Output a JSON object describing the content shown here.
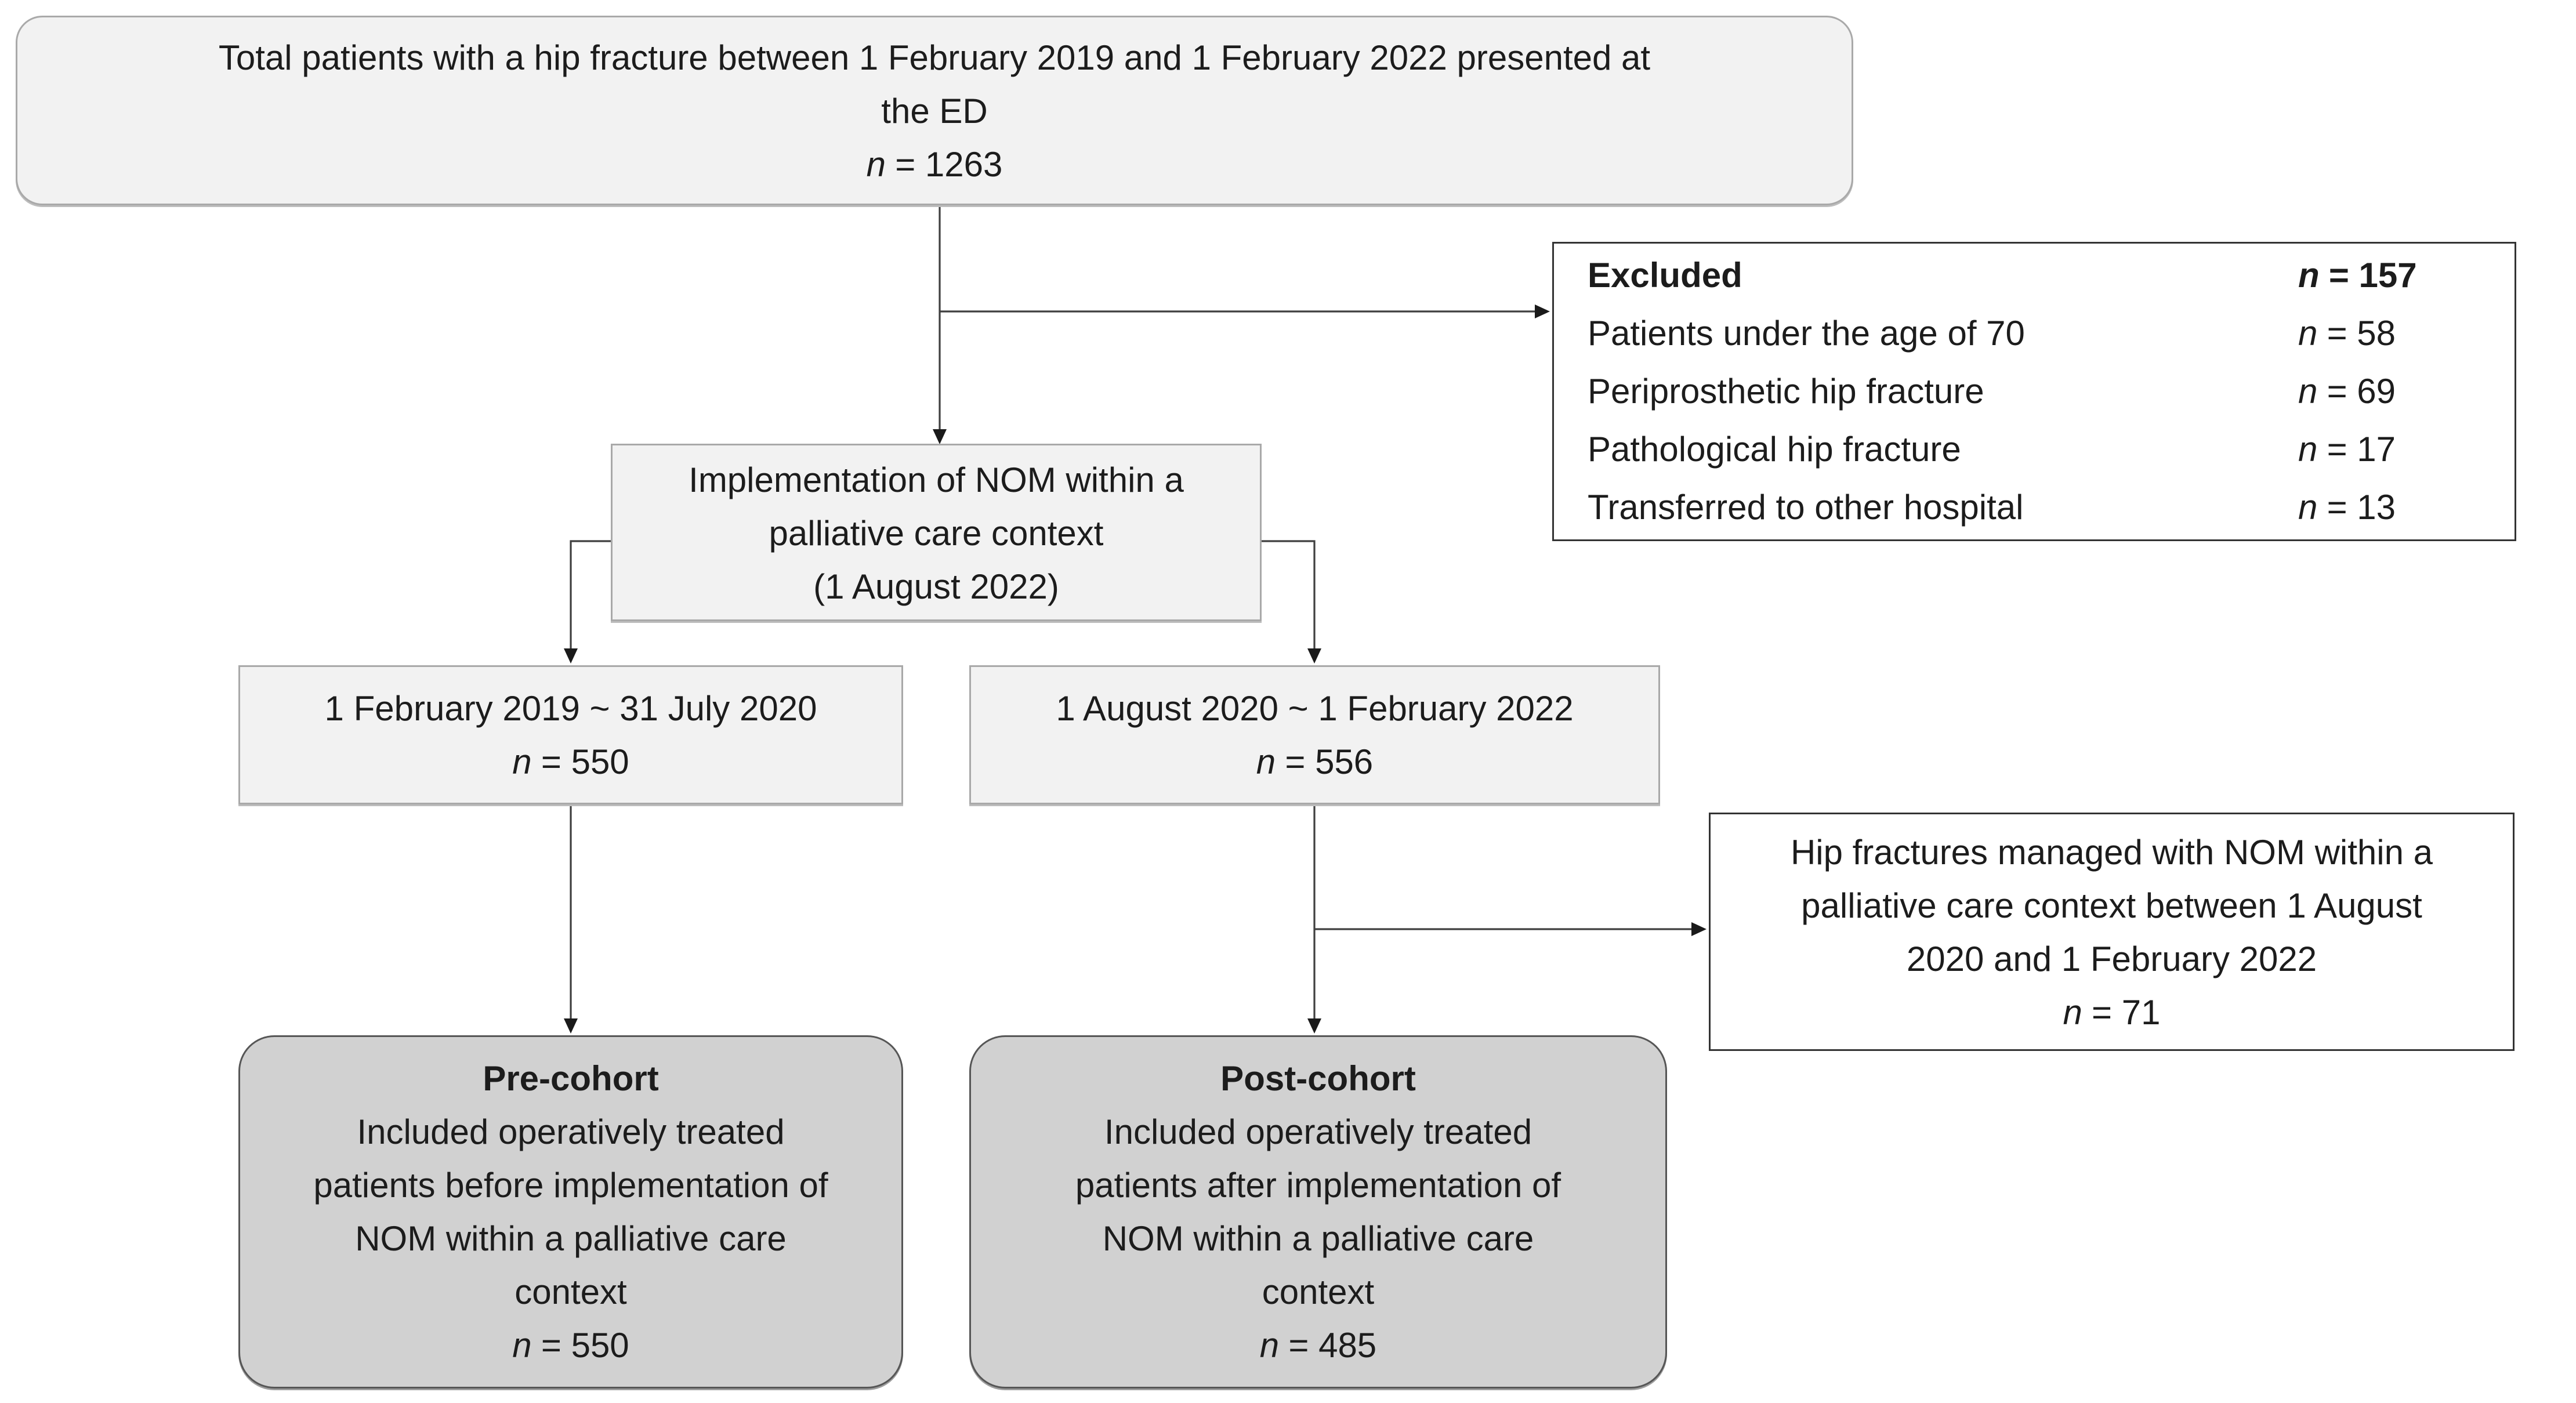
{
  "colors": {
    "page_bg": "#ffffff",
    "light_fill": "#f2f2f2",
    "light_border": "#a9a9a9",
    "cohort_fill": "#d1d1d1",
    "cohort_border": "#565656",
    "white_fill": "#ffffff",
    "dark_border": "#333333",
    "line_color": "#3f3f3f",
    "text_color": "#1c1c1c"
  },
  "boxes": {
    "total": {
      "lines": [
        "Total patients with a hip fracture between 1 February 2019 and 1 February 2022 presented at",
        "the ED"
      ],
      "n_label": "n",
      "n_value": "= 1263"
    },
    "excluded": {
      "title": "Excluded",
      "title_n_label": "n",
      "title_n_value": "= 157",
      "rows": [
        {
          "label": "Patients under the age of 70",
          "n_label": "n",
          "n_value": "= 58"
        },
        {
          "label": "Periprosthetic hip fracture",
          "n_label": "n",
          "n_value": "= 69"
        },
        {
          "label": "Pathological hip fracture",
          "n_label": "n",
          "n_value": "= 17"
        },
        {
          "label": "Transferred to other hospital",
          "n_label": "n",
          "n_value": "= 13"
        }
      ]
    },
    "implementation": {
      "lines": [
        "Implementation of NOM within a",
        "palliative care context",
        "(1 August 2022)"
      ]
    },
    "pre_period": {
      "line": "1 February 2019 ~ 31 July 2020",
      "n_label": "n",
      "n_value": "= 550"
    },
    "post_period": {
      "line": "1 August 2020 ~ 1 February 2022",
      "n_label": "n",
      "n_value": "= 556"
    },
    "nom": {
      "lines": [
        "Hip fractures managed with NOM within a",
        "palliative care context between 1 August",
        "2020 and 1 February 2022"
      ],
      "n_label": "n",
      "n_value": "= 71"
    },
    "pre_cohort": {
      "title": "Pre-cohort",
      "lines": [
        "Included operatively treated",
        "patients before implementation of",
        "NOM within a palliative care",
        "context"
      ],
      "n_label": "n",
      "n_value": "= 550"
    },
    "post_cohort": {
      "title": "Post-cohort",
      "lines": [
        "Included operatively treated",
        "patients after implementation of",
        "NOM within a palliative care",
        "context"
      ],
      "n_label": "n",
      "n_value": "= 485"
    }
  }
}
